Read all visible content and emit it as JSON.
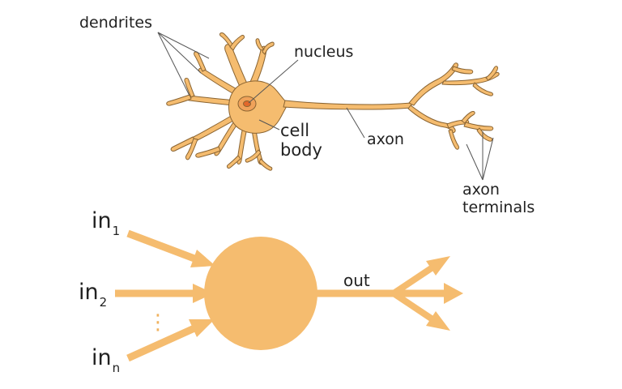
{
  "colors": {
    "neuron_fill": "#f5bc6f",
    "neuron_outline": "#8a6432",
    "nucleus_fill": "#e2672b",
    "pointer_line": "#555555",
    "model_fill": "#f5bc6f",
    "text": "#222222"
  },
  "neuron": {
    "labels": {
      "dendrites": "dendrites",
      "nucleus": "nucleus",
      "cell_body_1": "cell",
      "cell_body_2": "body",
      "axon": "axon",
      "axon_terminals_1": "axon",
      "axon_terminals_2": "terminals"
    }
  },
  "model": {
    "inputs": [
      {
        "base": "in",
        "sub": "1"
      },
      {
        "base": "in",
        "sub": "2"
      },
      {
        "base": "in",
        "sub": "n"
      }
    ],
    "ellipsis": "⋮",
    "output_label": "out"
  }
}
